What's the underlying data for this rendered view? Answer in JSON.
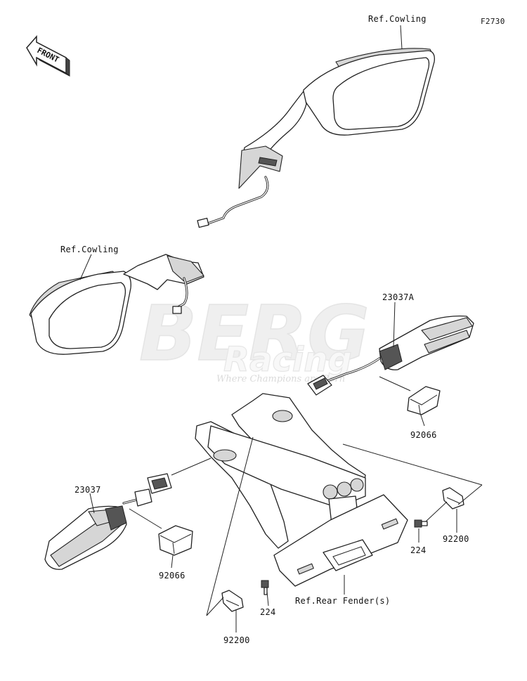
{
  "diagram_code": "F2730",
  "front_arrow_label": "FRONT",
  "watermark": {
    "brand": "BERG",
    "sub": "Racing",
    "tagline": "Where Champions are Born"
  },
  "labels": {
    "ref_cowling_top": "Ref.Cowling",
    "ref_cowling_left": "Ref.Cowling",
    "part_23037a": "23037A",
    "part_92066_right": "92066",
    "part_23037": "23037",
    "part_92066_left": "92066",
    "part_224_right": "224",
    "part_92200_right": "92200",
    "ref_rear_fender": "Ref.Rear Fender(s)",
    "part_224_bottom": "224",
    "part_92200_bottom": "92200"
  }
}
